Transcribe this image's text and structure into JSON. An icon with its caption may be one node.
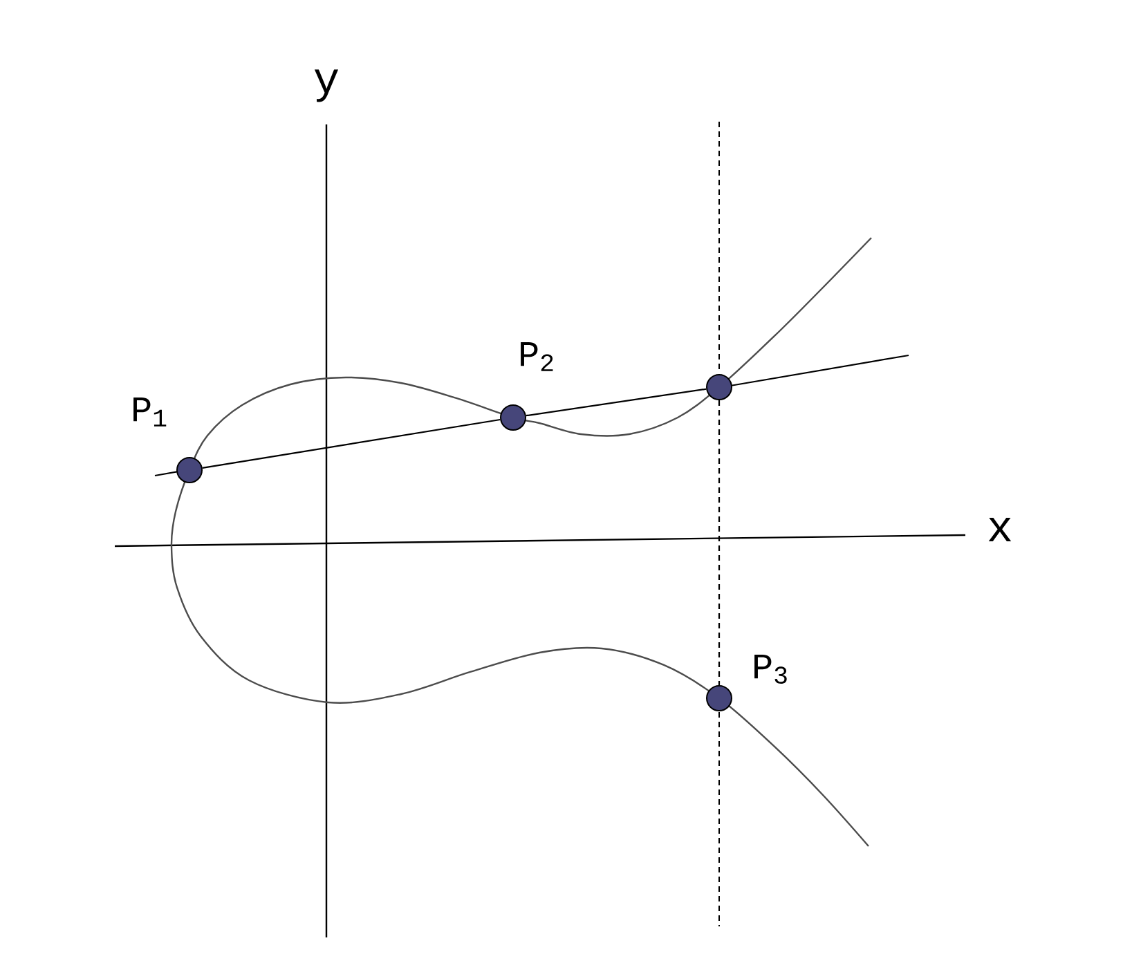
{
  "diagram": {
    "nodes": [
      {
        "text": [],
        "shape": "circle",
        "beside": [
          "P$_{1}$"
        ]
      },
      {
        "text": [],
        "shape": "circle",
        "beside": [
          "P$_{2}$"
        ]
      },
      {
        "text": [],
        "shape": "circle"
      },
      {
        "text": [],
        "shape": "circle",
        "beside": [
          "P$_{3}$"
        ]
      }
    ],
    "edges": [
      {
        "from": 0,
        "to": 1,
        "arrow": "none"
      },
      {
        "from": 1,
        "to": 2,
        "arrow": "none"
      },
      {
        "from": 2,
        "to": 3,
        "arrow": "none",
        "style": "dashed"
      }
    ],
    "labels": [
      "y",
      "x"
    ]
  }
}
